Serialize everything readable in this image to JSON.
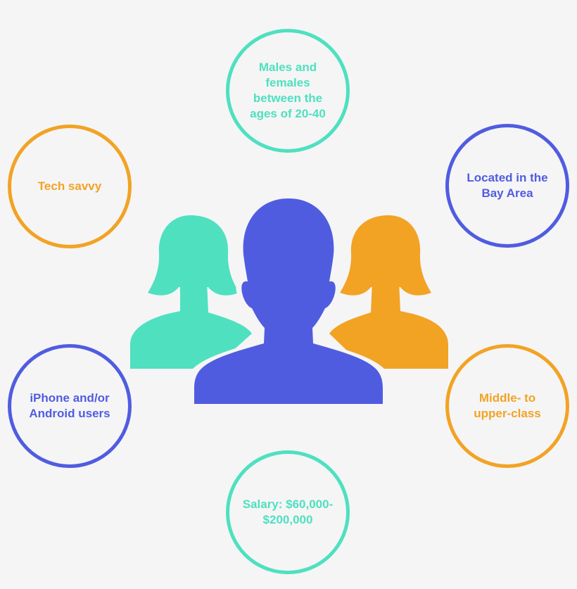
{
  "colors": {
    "teal": "#4fe0c0",
    "indigo": "#505ce0",
    "orange": "#f2a324",
    "background": "#f5f5f6"
  },
  "icon": "people-group-icon",
  "traits": [
    {
      "id": "age",
      "label": "Males and\nfemales\nbetween the\nages of 20-40",
      "color": "#4fe0c0"
    },
    {
      "id": "tech",
      "label": "Tech savvy",
      "color": "#f2a324"
    },
    {
      "id": "location",
      "label": "Located in the\nBay Area",
      "color": "#505ce0"
    },
    {
      "id": "device",
      "label": "iPhone and/or\nAndroid users",
      "color": "#505ce0"
    },
    {
      "id": "class",
      "label": "Middle- to\nupper-class",
      "color": "#f2a324"
    },
    {
      "id": "salary",
      "label": "Salary: $60,000-\n$200,000",
      "color": "#4fe0c0"
    }
  ]
}
